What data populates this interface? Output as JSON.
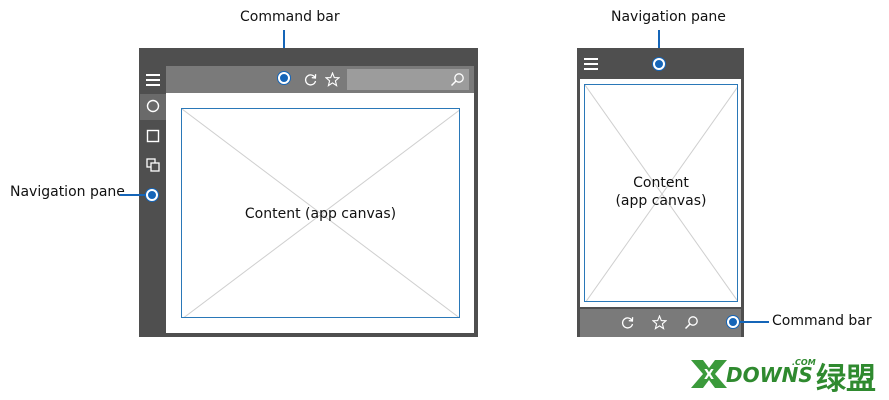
{
  "left_diagram": {
    "command_bar_label": "Command bar",
    "navigation_pane_label": "Navigation pane",
    "content_label": "Content (app canvas)"
  },
  "right_diagram": {
    "navigation_pane_label": "Navigation pane",
    "content_label_line1": "Content",
    "content_label_line2": "(app canvas)",
    "command_bar_label": "Command bar"
  },
  "icons": {
    "hamburger": "hamburger-menu-icon",
    "circle": "circle-icon",
    "square": "square-icon",
    "overlap": "overlapping-squares-icon",
    "refresh": "refresh-icon",
    "star": "star-icon",
    "search": "search-icon"
  },
  "watermark": {
    "brand": "DOWNS",
    "suffix": "绿盟",
    "domain": ".COM",
    "logo_letter": "X"
  },
  "colors": {
    "frame": "#4f4f4f",
    "command_bar": "#7a7a7a",
    "accent": "#1565b8",
    "content_border": "#2a78b8"
  }
}
